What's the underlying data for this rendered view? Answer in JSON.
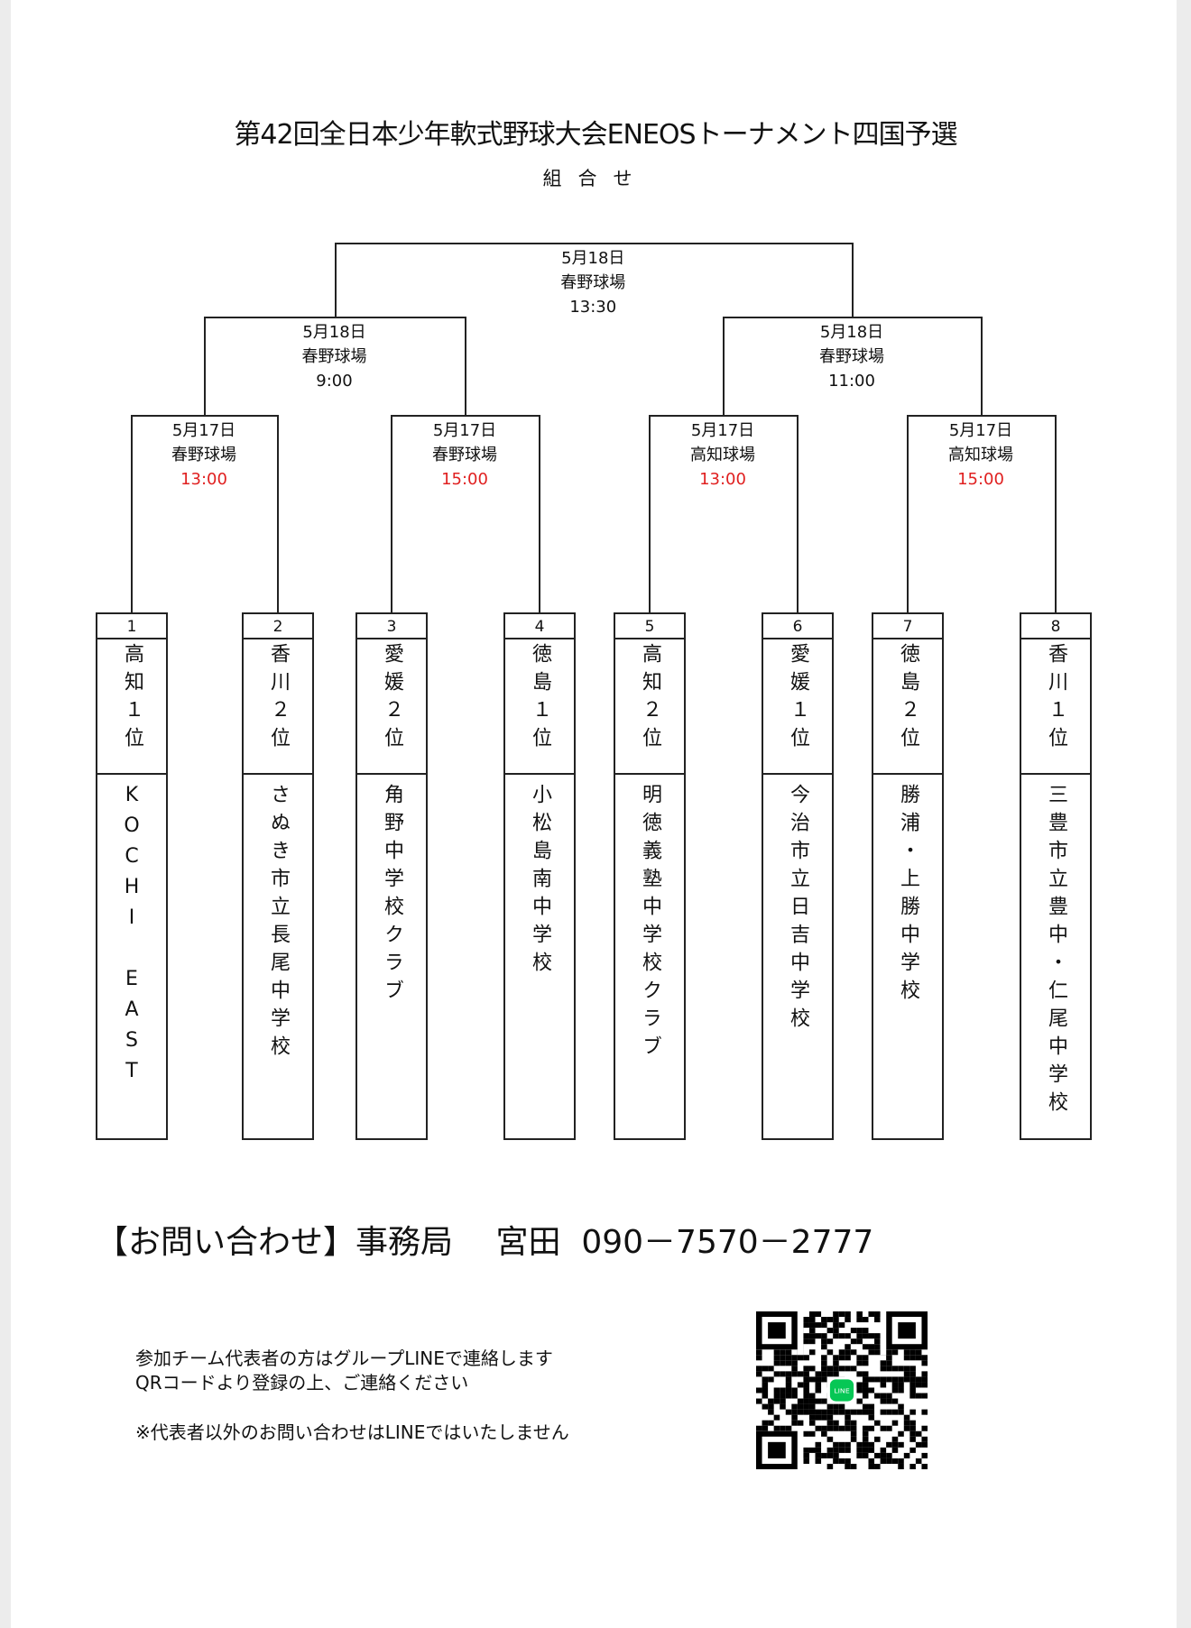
{
  "title": "第42回全日本少年軟式野球大会ENEOSトーナメント四国予選",
  "subtitle": "組合せ",
  "final": {
    "date": "5月18日",
    "venue": "春野球場",
    "time": "13:30"
  },
  "semis": [
    {
      "date": "5月18日",
      "venue": "春野球場",
      "time": "9:00"
    },
    {
      "date": "5月18日",
      "venue": "春野球場",
      "time": "11:00"
    }
  ],
  "quarters": [
    {
      "date": "5月17日",
      "venue": "春野球場",
      "time": "13:00"
    },
    {
      "date": "5月17日",
      "venue": "春野球場",
      "time": "15:00"
    },
    {
      "date": "5月17日",
      "venue": "高知球場",
      "time": "13:00"
    },
    {
      "date": "5月17日",
      "venue": "高知球場",
      "time": "15:00"
    }
  ],
  "teams": [
    {
      "num": "1",
      "seed": "高知１位",
      "name": "KOCHI EAST"
    },
    {
      "num": "2",
      "seed": "香川２位",
      "name": "さぬき市立長尾中学校"
    },
    {
      "num": "3",
      "seed": "愛媛２位",
      "name": "角野中学校クラブ"
    },
    {
      "num": "4",
      "seed": "徳島１位",
      "name": "小松島南中学校"
    },
    {
      "num": "5",
      "seed": "高知２位",
      "name": "明徳義塾中学校クラブ"
    },
    {
      "num": "6",
      "seed": "愛媛１位",
      "name": "今治市立日吉中学校"
    },
    {
      "num": "7",
      "seed": "徳島２位",
      "name": "勝浦・上勝中学校"
    },
    {
      "num": "8",
      "seed": "香川１位",
      "name": "三豊市立豊中・仁尾中学校"
    }
  ],
  "contact": "【お問い合わせ】事務局　 宮田  090－7570－2777",
  "notes": [
    "参加チーム代表者の方はグループLINEで連絡します",
    "QRコードより登録の上、ご連絡ください",
    "※代表者以外のお問い合わせはLINEではいたしません"
  ],
  "qr_logo": "LINE",
  "colors": {
    "time_red": "#e02020",
    "line_green": "#06c755"
  }
}
